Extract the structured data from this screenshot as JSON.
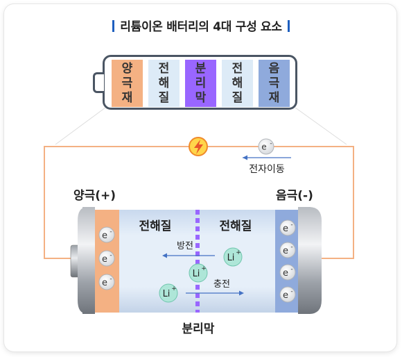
{
  "title": "리튬이온 배터리의 4대 구성 요소",
  "colors": {
    "cathode": "#f4b183",
    "electrolyte": "#ddebf7",
    "separator": "#9966ff",
    "anode": "#8faadc",
    "wire": "#f4b183",
    "accent": "#1e5fbf",
    "li_ion": "#aee6d8"
  },
  "components": [
    {
      "label": "양극재",
      "chars": [
        "양",
        "극",
        "재"
      ],
      "color": "#f4b183"
    },
    {
      "label": "전해질",
      "chars": [
        "전",
        "해",
        "질"
      ],
      "color": "#ddebf7"
    },
    {
      "label": "분리막",
      "chars": [
        "분",
        "리",
        "막"
      ],
      "color": "#9966ff"
    },
    {
      "label": "전해질",
      "chars": [
        "전",
        "해",
        "질"
      ],
      "color": "#ddebf7"
    },
    {
      "label": "음극재",
      "chars": [
        "음",
        "극",
        "재"
      ],
      "color": "#8faadc"
    }
  ],
  "circuit": {
    "electron": "e",
    "electron_sup": "-",
    "electron_move": "전자이동",
    "lightning_icon": "lightning-bolt-icon"
  },
  "cell": {
    "cathode_label": "양극(+)",
    "anode_label": "음극(-)",
    "electrolyte_left": "전해질",
    "electrolyte_right": "전해질",
    "separator_label": "분리막",
    "discharge": "방전",
    "charge": "충전",
    "li": "Li",
    "li_sup": "+",
    "cathode_electrons": [
      "e-",
      "e-",
      "e-"
    ],
    "anode_electrons": [
      "e-",
      "e-",
      "e-",
      "e-"
    ]
  }
}
